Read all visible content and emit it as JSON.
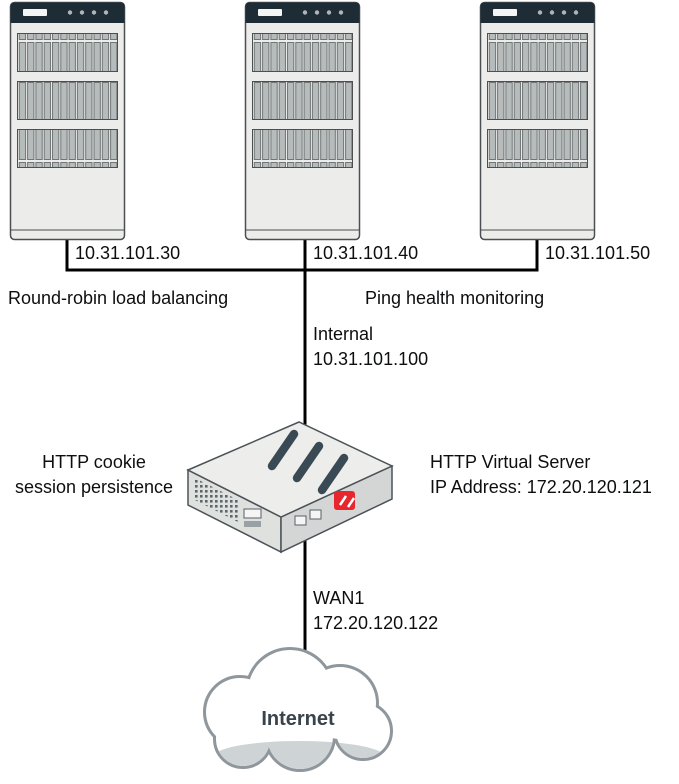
{
  "servers": [
    {
      "ip": "10.31.101.30",
      "icon": "server-icon"
    },
    {
      "ip": "10.31.101.40",
      "icon": "server-icon"
    },
    {
      "ip": "10.31.101.50",
      "icon": "server-icon"
    }
  ],
  "annotations": {
    "load_balancing": "Round-robin load balancing",
    "health_monitoring": "Ping health monitoring"
  },
  "firewall": {
    "icon": "fortigate-device-icon",
    "internal_interface": {
      "name": "Internal",
      "ip": "10.31.101.100"
    },
    "session_persistence": {
      "line1": "HTTP cookie",
      "line2": "session persistence"
    },
    "virtual_server": {
      "line1": "HTTP Virtual Server",
      "line2": "IP Address: 172.20.120.121"
    },
    "wan_interface": {
      "name": "WAN1",
      "ip": "172.20.120.122"
    }
  },
  "internet": {
    "label": "Internet",
    "icon": "internet-cloud-icon"
  },
  "colors": {
    "connector_line": "#000000",
    "server_body": "#ecedeb",
    "server_top_panel": "#1e2c35",
    "server_slat": "#b6bbbb",
    "device_top_face": "#edeeec",
    "device_front_face": "#dfe1df",
    "device_side_face": "#d3d6d5",
    "device_slash": "#3a4a54",
    "fortinet_red": "#e8262d",
    "cloud_outline": "#8f979c",
    "text": "#0d0e0f"
  }
}
